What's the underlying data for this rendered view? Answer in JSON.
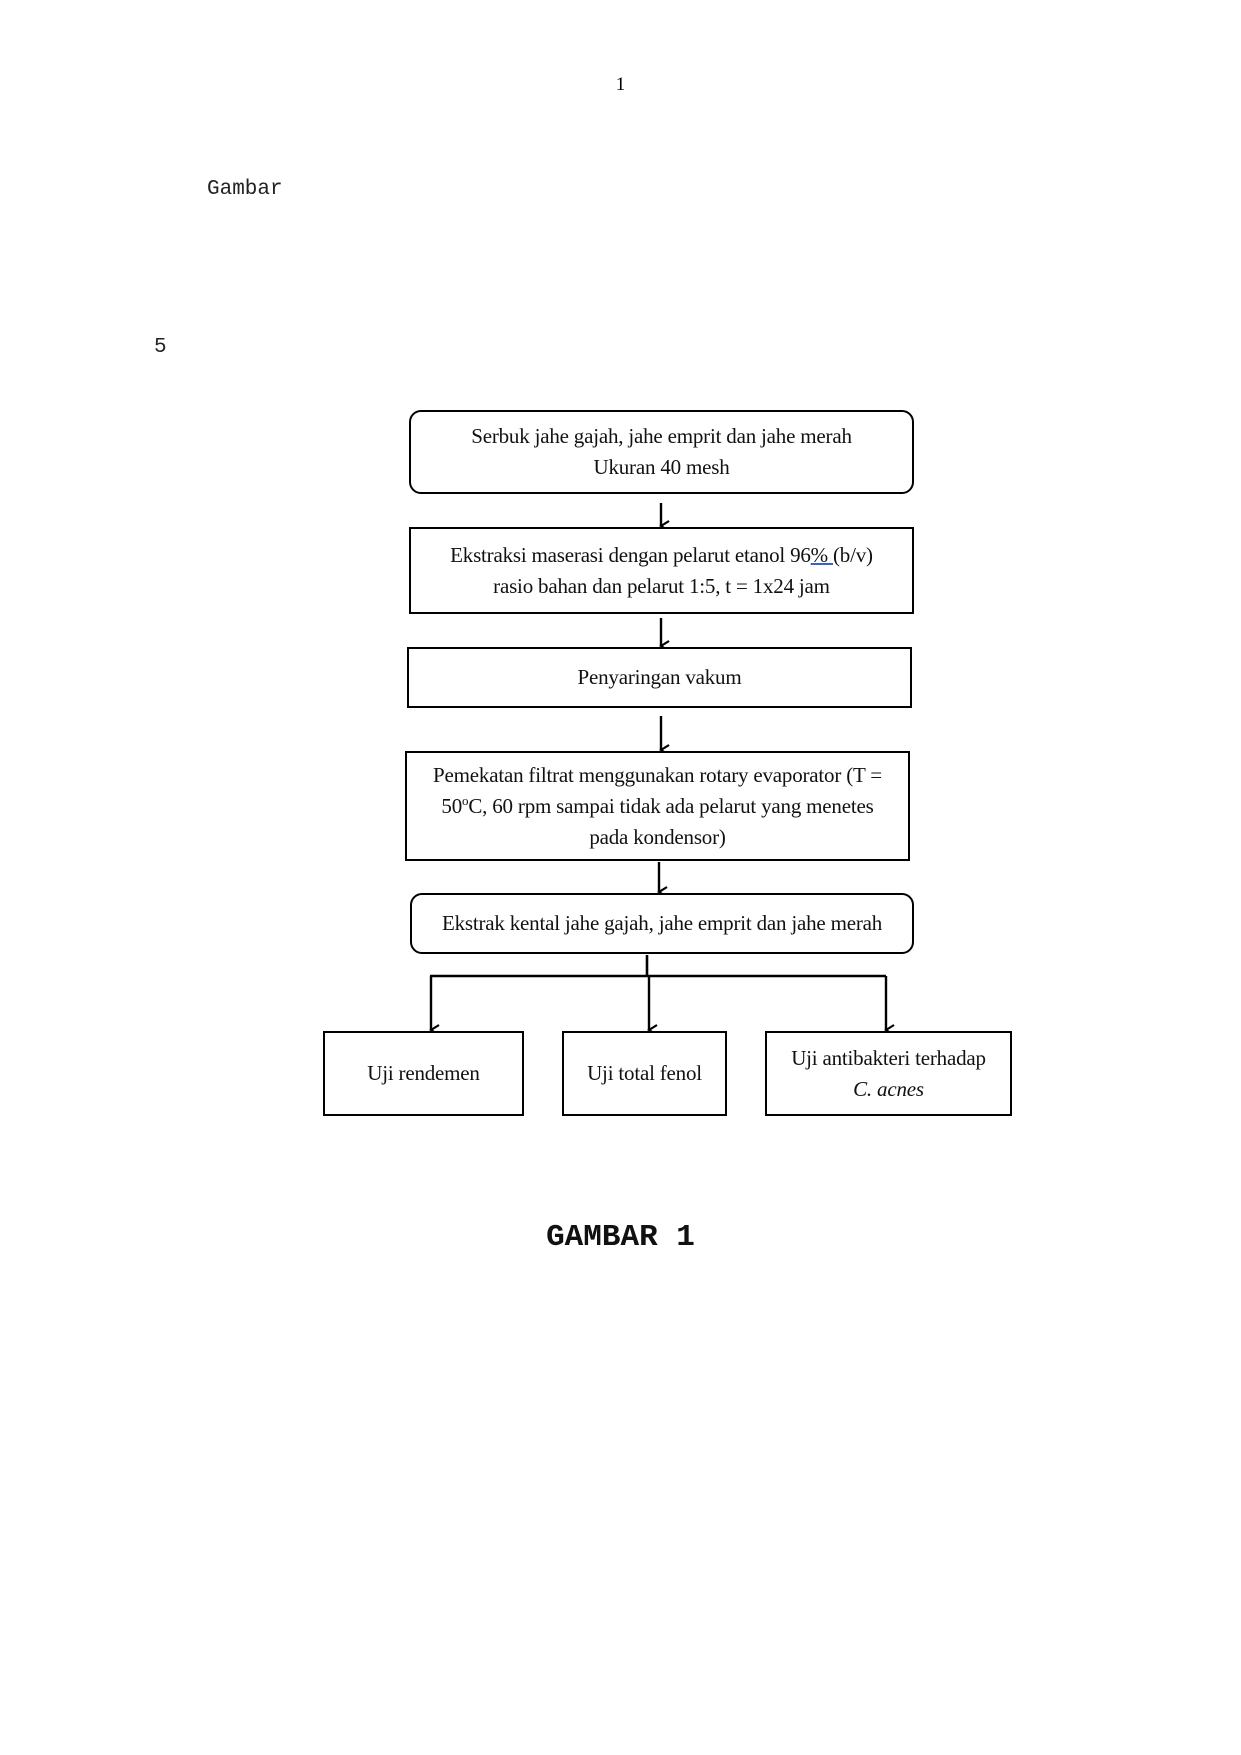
{
  "page_number": "1",
  "heading": "Gambar",
  "line_number": "5",
  "flowchart": {
    "step1": {
      "line1": "Serbuk jahe gajah, jahe emprit dan jahe merah",
      "line2": "Ukuran 40 mesh"
    },
    "step2": {
      "line1_a": "Ekstraksi maserasi dengan pelarut etanol 96",
      "line1_b": "% ",
      "line1_c": "(b/v)",
      "line2": "rasio bahan dan pelarut 1:5, t = 1x24 jam"
    },
    "step3": {
      "line1": "Penyaringan vakum"
    },
    "step4": {
      "line1": "Pemekatan filtrat menggunakan rotary evaporator (T =",
      "line2_a": "50",
      "line2_sup": "o",
      "line2_b": "C, 60 rpm sampai tidak ada pelarut yang menetes",
      "line3": "pada kondensor)"
    },
    "step5": {
      "line1": "Ekstrak kental jahe gajah, jahe emprit dan jahe merah"
    },
    "outputs": [
      {
        "line1": "Uji rendemen"
      },
      {
        "line1": "Uji total fenol"
      },
      {
        "line1": "Uji antibakteri terhadap",
        "line2": "C. acnes"
      }
    ]
  },
  "caption": "GAMBAR 1"
}
